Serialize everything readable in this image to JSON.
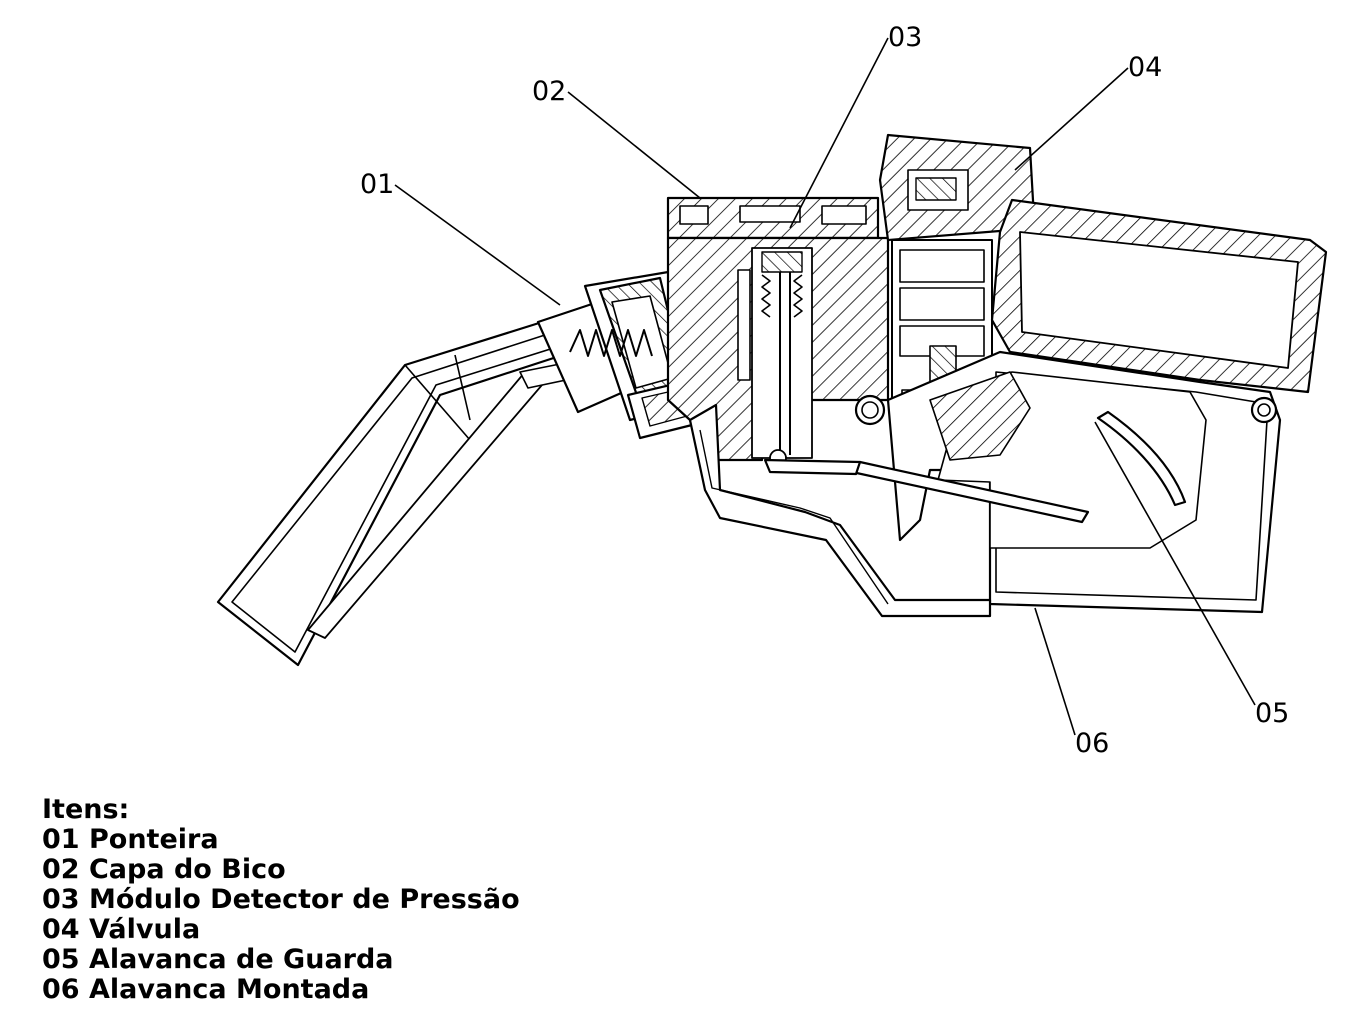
{
  "callouts": [
    {
      "id": "01",
      "label": "01"
    },
    {
      "id": "02",
      "label": "02"
    },
    {
      "id": "03",
      "label": "03"
    },
    {
      "id": "04",
      "label": "04"
    },
    {
      "id": "05",
      "label": "05"
    },
    {
      "id": "06",
      "label": "06"
    }
  ],
  "legend": {
    "title": "Itens:",
    "items": [
      {
        "code": "01",
        "name": "Ponteira"
      },
      {
        "code": "02",
        "name": "Capa do Bico"
      },
      {
        "code": "03",
        "name": "Módulo Detector de Pressão"
      },
      {
        "code": "04",
        "name": "Válvula"
      },
      {
        "code": "05",
        "name": "Alavanca de Guarda"
      },
      {
        "code": "06",
        "name": "Alavanca Montada"
      }
    ]
  }
}
